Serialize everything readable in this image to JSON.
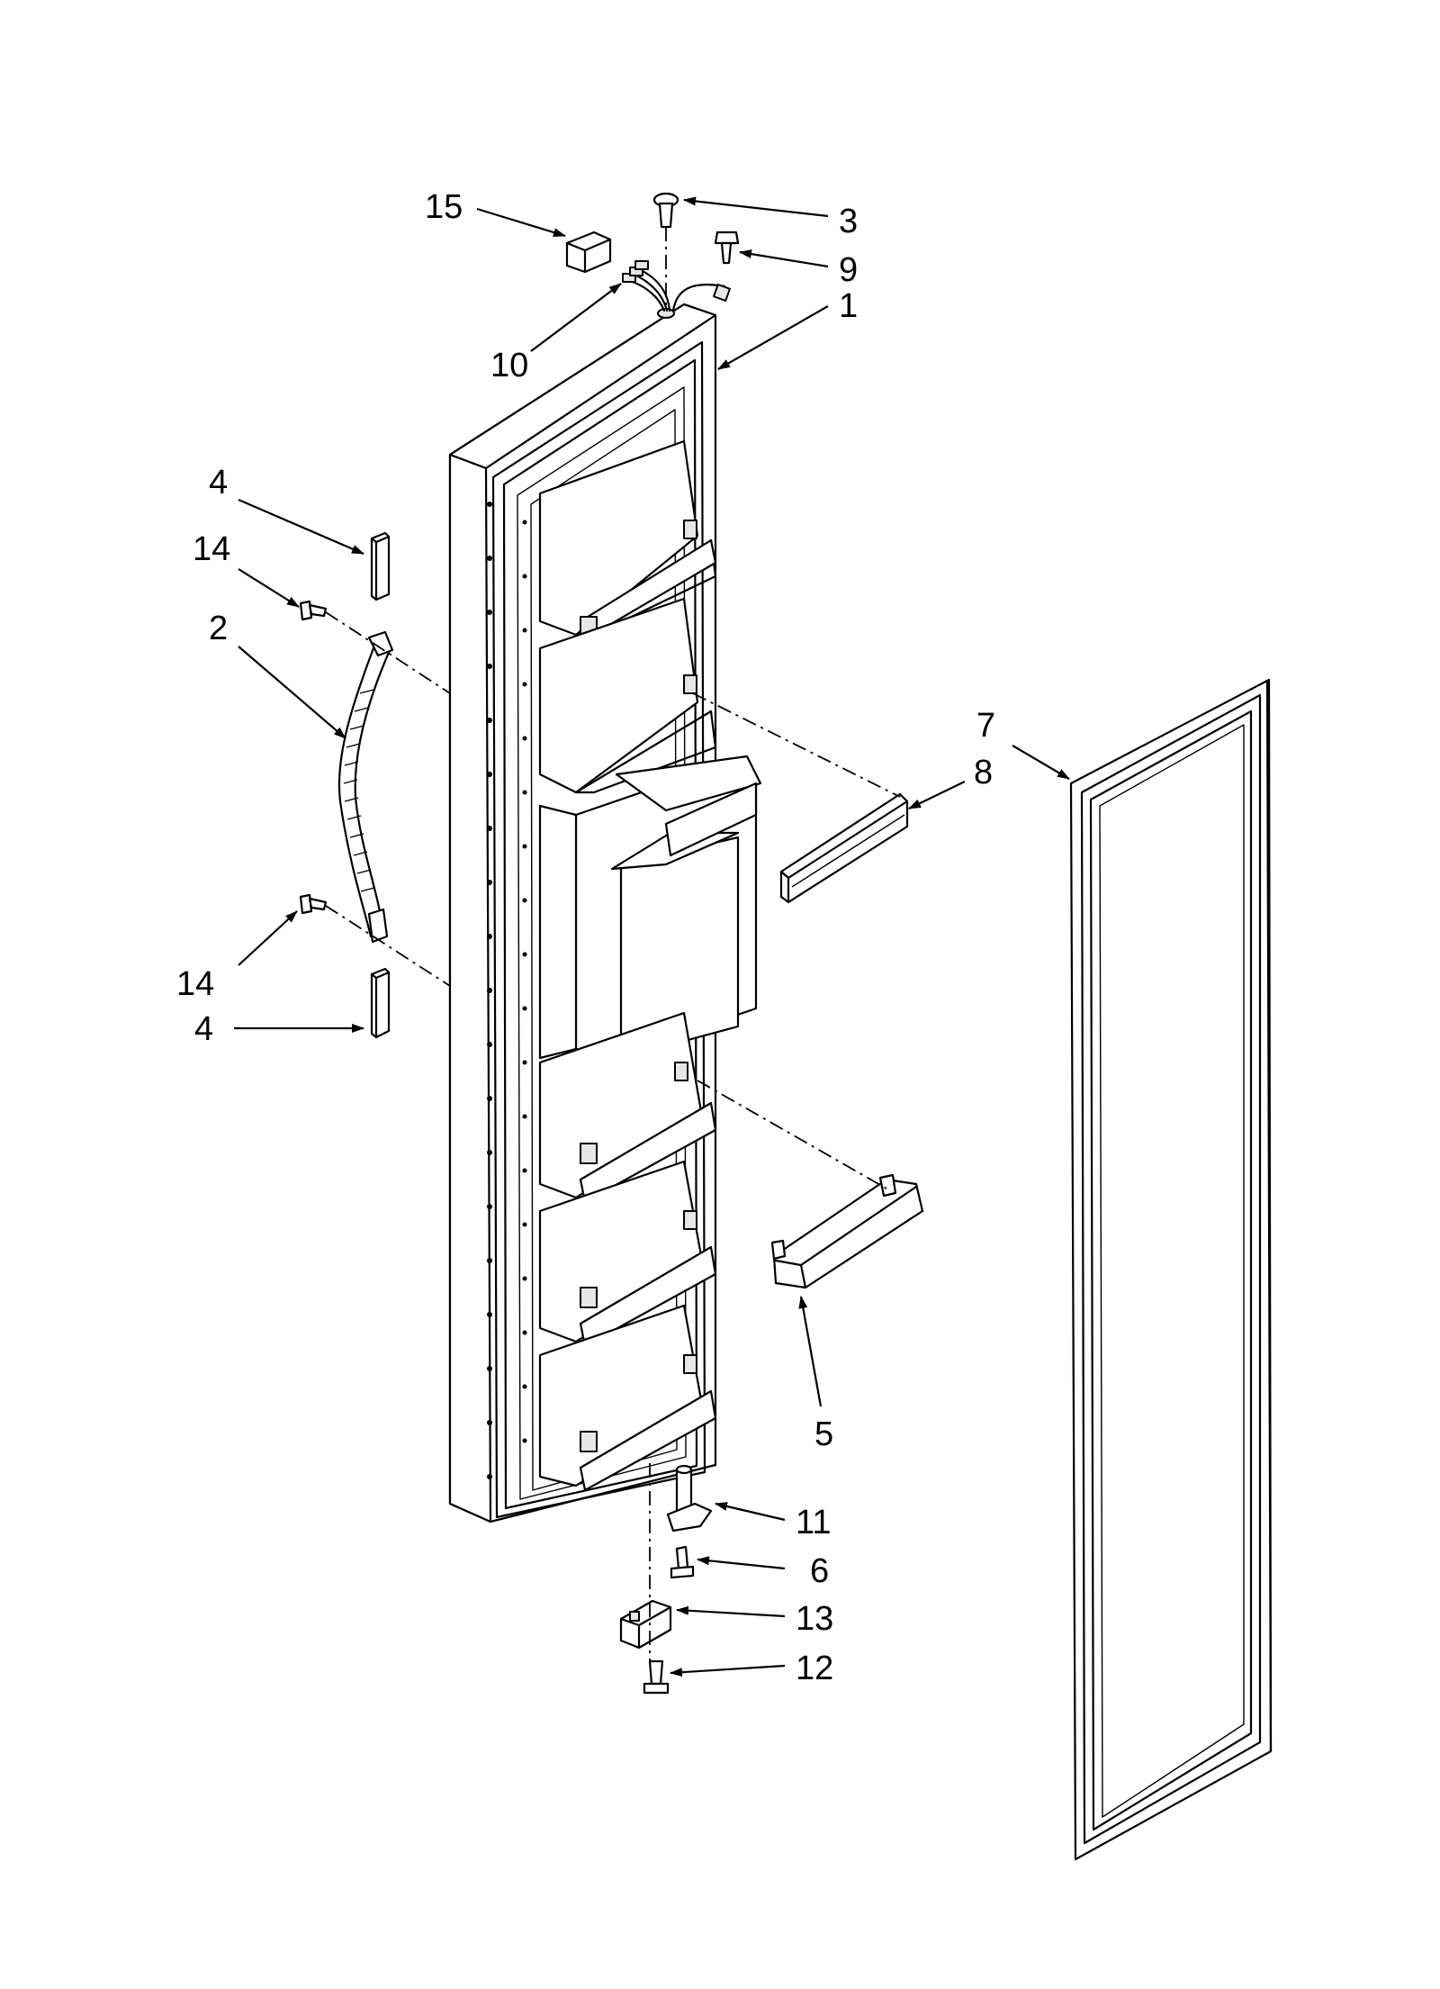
{
  "callouts": [
    {
      "id": "c15",
      "text": "15"
    },
    {
      "id": "c3",
      "text": "3"
    },
    {
      "id": "c9",
      "text": "9"
    },
    {
      "id": "c1",
      "text": "1"
    },
    {
      "id": "c10",
      "text": "10"
    },
    {
      "id": "c4a",
      "text": "4"
    },
    {
      "id": "c14a",
      "text": "14"
    },
    {
      "id": "c2",
      "text": "2"
    },
    {
      "id": "c7",
      "text": "7"
    },
    {
      "id": "c8",
      "text": "8"
    },
    {
      "id": "c14b",
      "text": "14"
    },
    {
      "id": "c4b",
      "text": "4"
    },
    {
      "id": "c5",
      "text": "5"
    },
    {
      "id": "c11",
      "text": "11"
    },
    {
      "id": "c6",
      "text": "6"
    },
    {
      "id": "c13",
      "text": "13"
    },
    {
      "id": "c12",
      "text": "12"
    }
  ]
}
